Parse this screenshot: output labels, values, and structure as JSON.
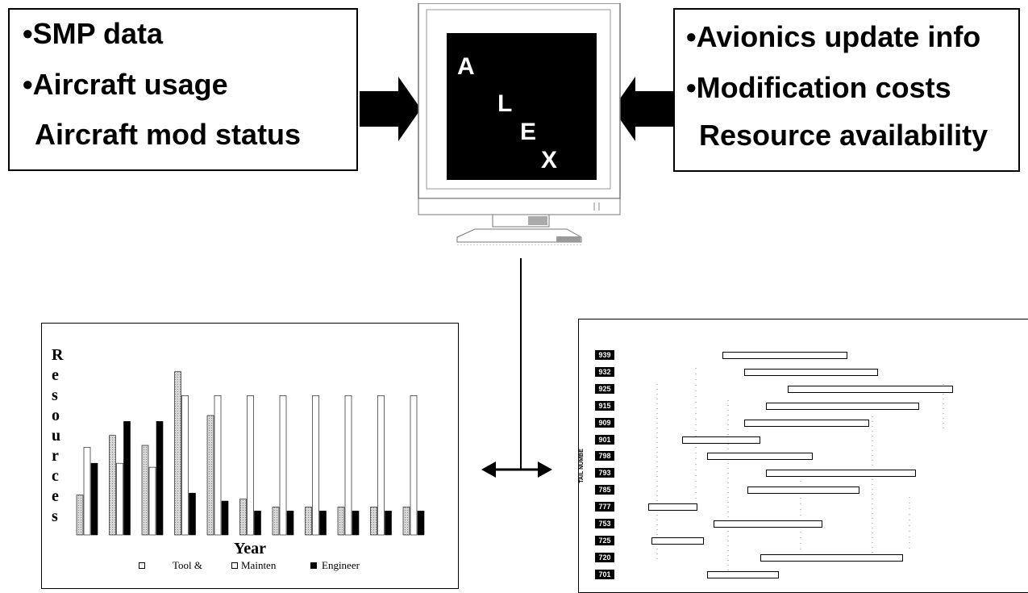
{
  "left_box": {
    "lines": [
      "•SMP data",
      "•Aircraft usage",
      "Aircraft mod status"
    ]
  },
  "right_box": {
    "lines": [
      "•Avionics update info",
      "•Modification costs",
      "Resource availability"
    ]
  },
  "monitor": {
    "letters": [
      "A",
      "L",
      "E",
      "X"
    ]
  },
  "chart_data": {
    "type": "bar",
    "xlabel": "Year",
    "ylabel": "Resources",
    "categories": [
      "",
      "",
      "",
      "",
      "",
      "",
      "",
      "",
      "",
      "",
      ""
    ],
    "series": [
      {
        "name": "Tool &",
        "values": [
          20,
          50,
          45,
          82,
          60,
          18,
          14,
          14,
          14,
          14,
          14
        ]
      },
      {
        "name": "Mainten",
        "values": [
          44,
          36,
          34,
          70,
          70,
          70,
          70,
          70,
          70,
          70,
          70
        ]
      },
      {
        "name": "Engineer",
        "values": [
          36,
          57,
          57,
          21,
          17,
          12,
          12,
          12,
          12,
          12,
          12
        ]
      }
    ],
    "ylim": [
      0,
      90
    ],
    "legend_position": "bottom"
  },
  "gantt": {
    "axis_label": "TAIL NUMBE",
    "rows": [
      {
        "tail": "939",
        "start": 0.26,
        "end": 0.66
      },
      {
        "tail": "932",
        "start": 0.33,
        "end": 0.76
      },
      {
        "tail": "925",
        "start": 0.47,
        "end": 1.0
      },
      {
        "tail": "915",
        "start": 0.4,
        "end": 0.89
      },
      {
        "tail": "909",
        "start": 0.33,
        "end": 0.73
      },
      {
        "tail": "901",
        "start": 0.13,
        "end": 0.38
      },
      {
        "tail": "798",
        "start": 0.21,
        "end": 0.55
      },
      {
        "tail": "793",
        "start": 0.4,
        "end": 0.88
      },
      {
        "tail": "785",
        "start": 0.34,
        "end": 0.7
      },
      {
        "tail": "777",
        "start": 0.02,
        "end": 0.18
      },
      {
        "tail": "753",
        "start": 0.23,
        "end": 0.58
      },
      {
        "tail": "725",
        "start": 0.03,
        "end": 0.2
      },
      {
        "tail": "720",
        "start": 0.38,
        "end": 0.84
      },
      {
        "tail": "701",
        "start": 0.21,
        "end": 0.44
      }
    ]
  },
  "colors": {
    "ink": "#000000",
    "screen": "#000000",
    "paper": "#ffffff",
    "hatch": "#bdbdbd"
  }
}
